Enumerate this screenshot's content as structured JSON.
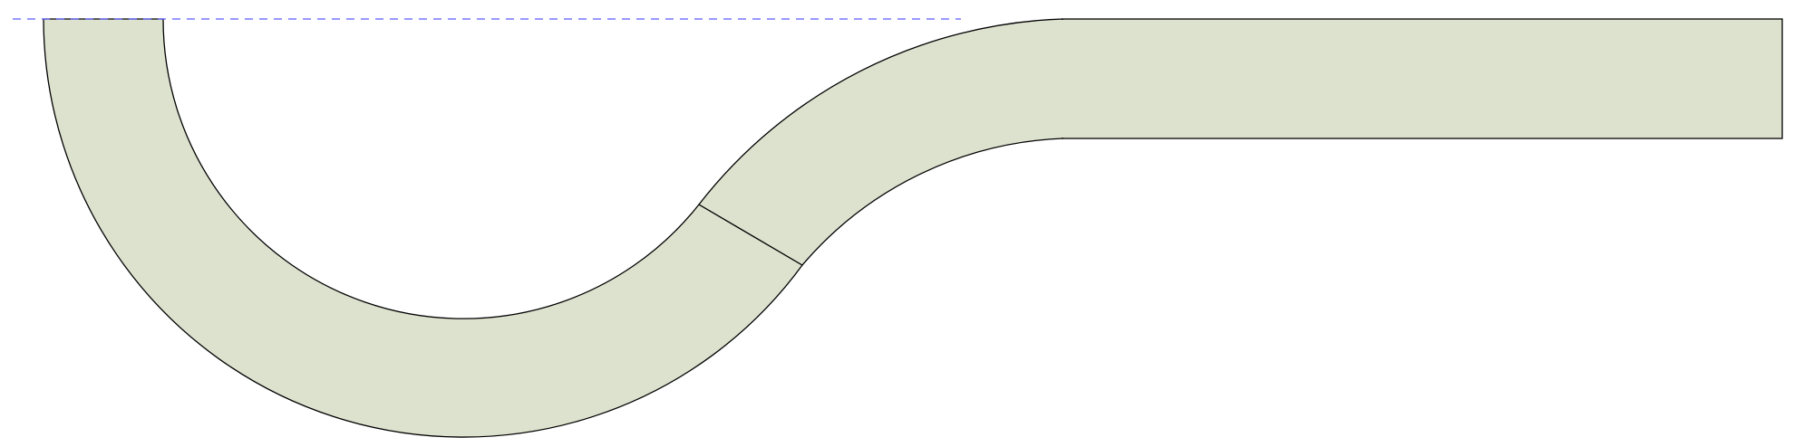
{
  "drawing": {
    "colors": {
      "background": "#ffffff",
      "waveguide_fill": "#dde2cf",
      "waveguide_outline": "#000000",
      "reference_line": "#5a5aff"
    },
    "shapes": [
      "left-semicircular-bend",
      "upper-s-bend-arc",
      "straight-output-waveguide"
    ],
    "reference_line_style": "dashed"
  }
}
